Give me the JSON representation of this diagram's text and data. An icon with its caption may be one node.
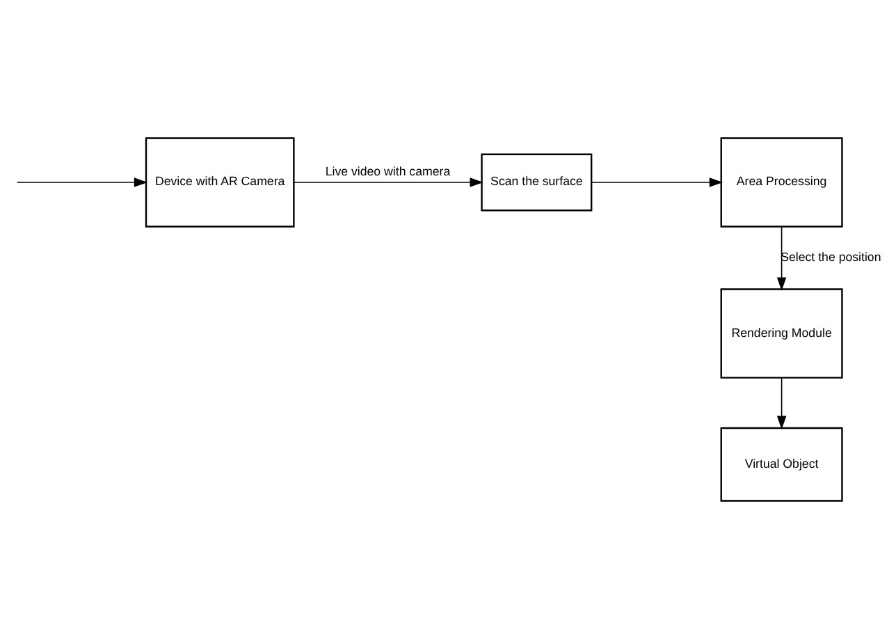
{
  "diagram": {
    "nodes": [
      {
        "text": [
          "Device with AR Camera"
        ]
      },
      {
        "text": [
          "Scan the surface"
        ]
      },
      {
        "text": [
          "Area Processing"
        ]
      },
      {
        "text": [
          "Rendering Module"
        ]
      },
      {
        "text": [
          "Virtual Object"
        ]
      }
    ],
    "edges": [
      {
        "from": null,
        "to": 0,
        "arrow": "to"
      },
      {
        "from": 0,
        "to": 1,
        "arrow": "to",
        "label": "Live video with camera"
      },
      {
        "from": 1,
        "to": 2,
        "arrow": "to"
      },
      {
        "from": 2,
        "to": 3,
        "arrow": "to",
        "label": "Select the position"
      },
      {
        "from": 3,
        "to": 4,
        "arrow": "to"
      }
    ]
  }
}
